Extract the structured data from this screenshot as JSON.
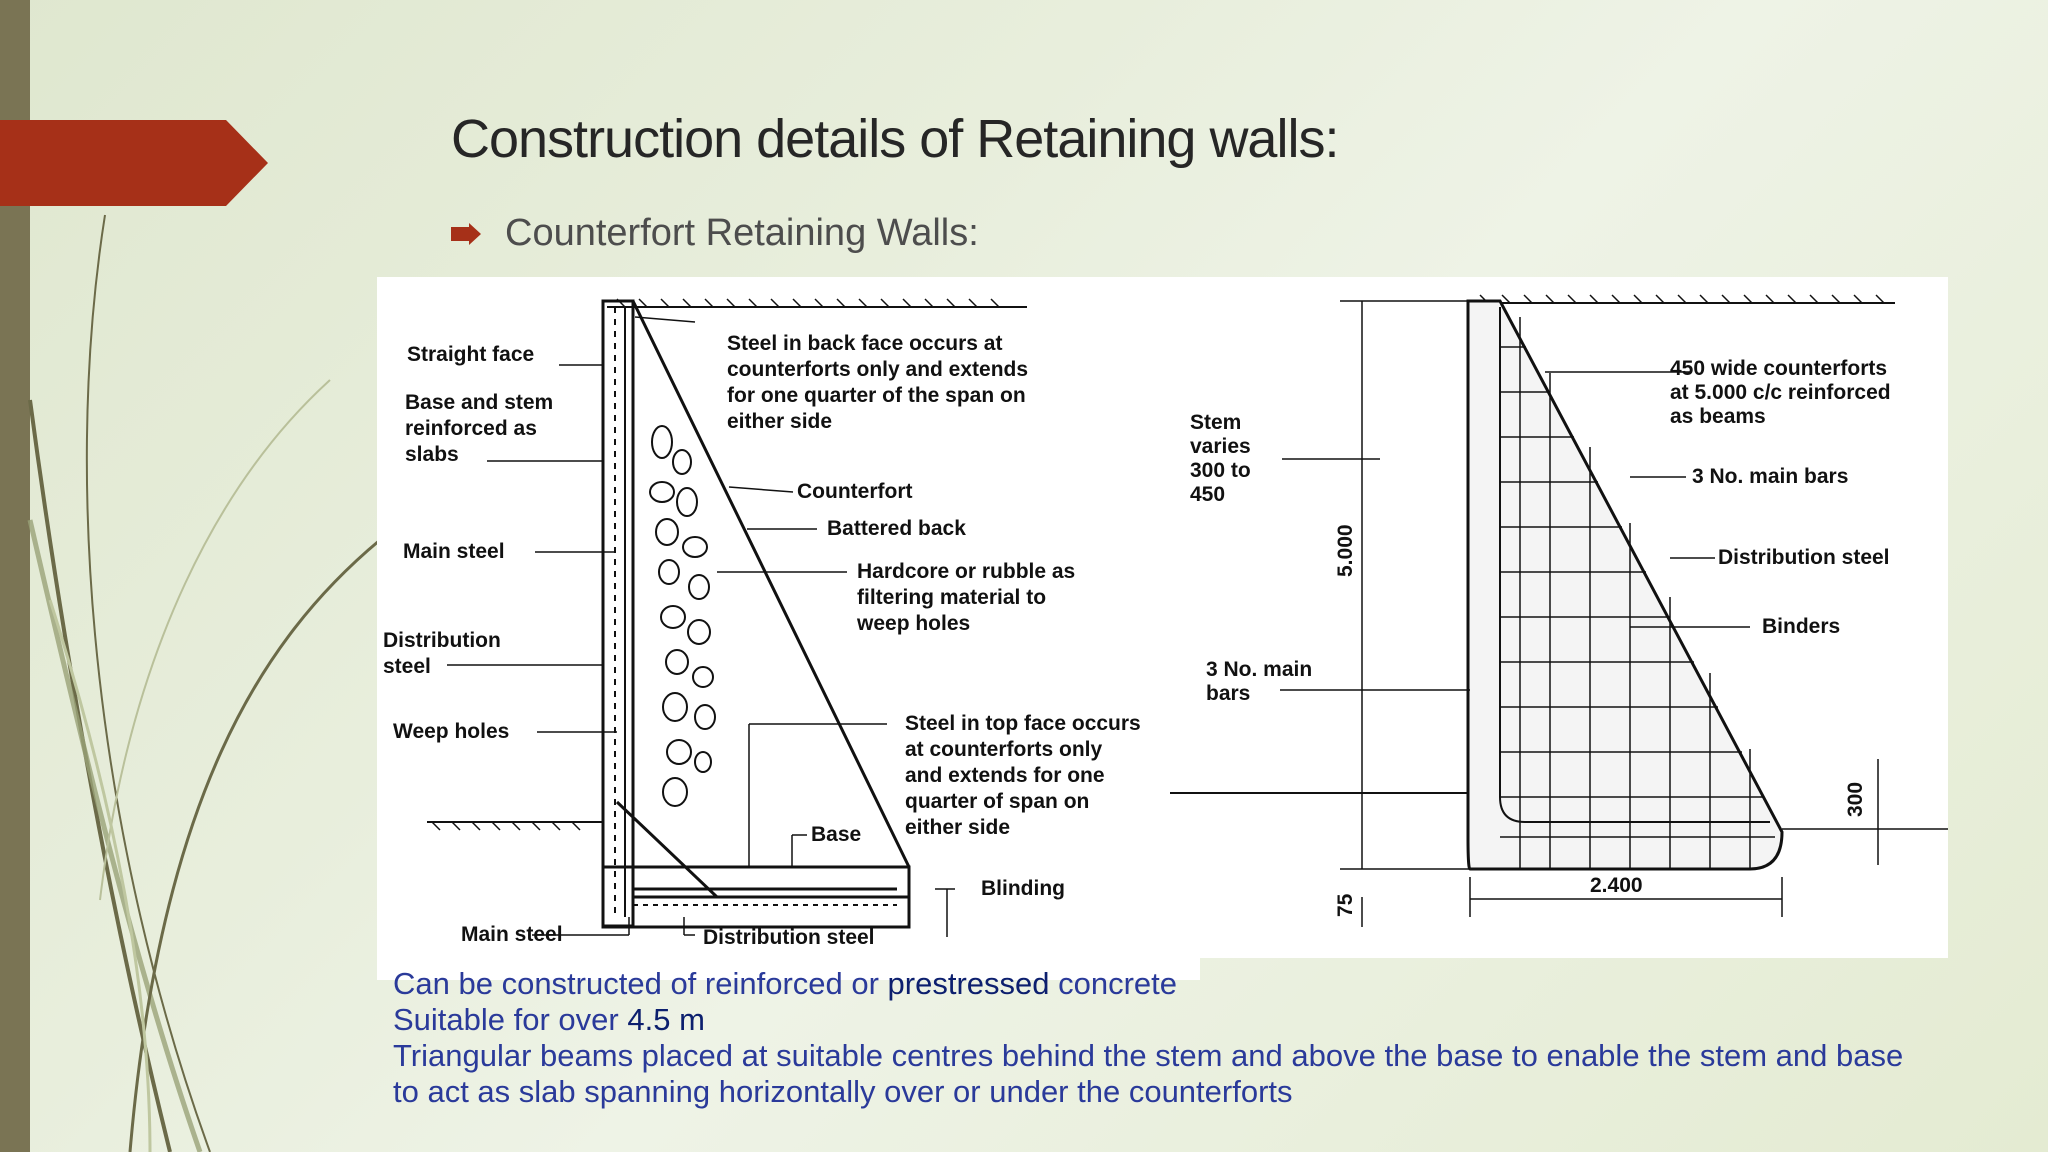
{
  "slide": {
    "title": "Construction details of Retaining walls:",
    "bullet": "Counterfort Retaining Walls:",
    "colors": {
      "accent": "#a63018",
      "side_bar": "#7a7454",
      "text_blue": "#2a3a9a"
    }
  },
  "figure_left": {
    "labels": {
      "straight_face": "Straight face",
      "base_stem_1": "Base and stem",
      "base_stem_2": "reinforced as",
      "base_stem_3": "slabs",
      "main_steel": "Main steel",
      "distribution_1": "Distribution",
      "distribution_2": "steel",
      "weep_holes": "Weep holes",
      "main_steel_bottom": "Main steel",
      "distribution_steel_bottom": "Distribution steel",
      "steel_back_1": "Steel in back face occurs at",
      "steel_back_2": "counterforts only and extends",
      "steel_back_3": "for one quarter of the span on",
      "steel_back_4": "either side",
      "counterfort": "Counterfort",
      "battered_back": "Battered back",
      "hardcore_1": "Hardcore or rubble as",
      "hardcore_2": "filtering material to",
      "hardcore_3": "weep holes",
      "steel_top_1": "Steel in top face occurs",
      "steel_top_2": "at counterforts only",
      "steel_top_3": "and extends for one",
      "steel_top_4": "quarter of span on",
      "steel_top_5": "either side",
      "base": "Base",
      "blinding": "Blinding"
    }
  },
  "figure_right": {
    "labels": {
      "stem_1": "Stem",
      "stem_2": "varies",
      "stem_3": "300 to",
      "stem_4": "450",
      "height": "5.000",
      "main_bars_1": "3 No. main",
      "main_bars_2": "bars",
      "counterforts_1": "450 wide counterforts",
      "counterforts_2": "at 5.000 c/c reinforced",
      "counterforts_3": "as beams",
      "main_bars_right": "3 No. main bars",
      "distribution_steel": "Distribution steel",
      "binders": "Binders",
      "dim_300": "300",
      "dim_75": "75",
      "dim_width": "2.400"
    }
  },
  "body": {
    "line1_a": "Can be constructed of reinforced or ",
    "line1_b": "prestressed",
    "line1_c": " concrete",
    "line2_a": "Suitable for over ",
    "line2_b": "4.5 m",
    "line3": "Triangular beams placed at suitable centres behind the stem and above the base to enable the stem and base",
    "line4": "to act as slab spanning horizontally over or under the counterforts"
  }
}
